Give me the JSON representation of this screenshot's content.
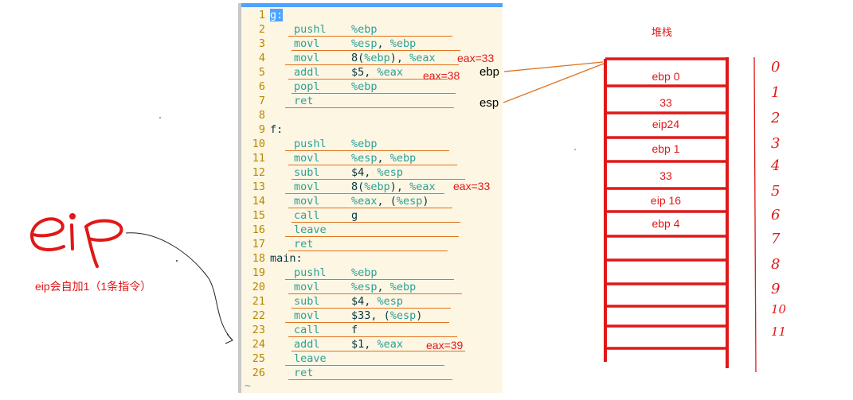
{
  "code_lines": [
    {
      "n": "1",
      "kind": "label",
      "label": "g:"
    },
    {
      "n": "2",
      "kind": "inst",
      "op": "pushl",
      "arg": "%ebp"
    },
    {
      "n": "3",
      "kind": "inst",
      "op": "movl",
      "arg": "%esp, %ebp"
    },
    {
      "n": "4",
      "kind": "inst",
      "op": "movl",
      "arg": "8(%ebp), %eax"
    },
    {
      "n": "5",
      "kind": "inst",
      "op": "addl",
      "arg": "$5, %eax"
    },
    {
      "n": "6",
      "kind": "inst",
      "op": "popl",
      "arg": "%ebp"
    },
    {
      "n": "7",
      "kind": "inst",
      "op": "ret",
      "arg": ""
    },
    {
      "n": "8",
      "kind": "blank"
    },
    {
      "n": "9",
      "kind": "label",
      "label": "f:"
    },
    {
      "n": "10",
      "kind": "inst",
      "op": "pushl",
      "arg": "%ebp"
    },
    {
      "n": "11",
      "kind": "inst",
      "op": "movl",
      "arg": "%esp, %ebp"
    },
    {
      "n": "12",
      "kind": "inst",
      "op": "subl",
      "arg": "$4, %esp"
    },
    {
      "n": "13",
      "kind": "inst",
      "op": "movl",
      "arg": "8(%ebp), %eax"
    },
    {
      "n": "14",
      "kind": "inst",
      "op": "movl",
      "arg": "%eax, (%esp)"
    },
    {
      "n": "15",
      "kind": "inst",
      "op": "call",
      "arg": "g"
    },
    {
      "n": "16",
      "kind": "inst",
      "op": "leave",
      "arg": ""
    },
    {
      "n": "17",
      "kind": "inst",
      "op": "ret",
      "arg": ""
    },
    {
      "n": "18",
      "kind": "label",
      "label": "main:"
    },
    {
      "n": "19",
      "kind": "inst",
      "op": "pushl",
      "arg": "%ebp"
    },
    {
      "n": "20",
      "kind": "inst",
      "op": "movl",
      "arg": "%esp, %ebp"
    },
    {
      "n": "21",
      "kind": "inst",
      "op": "subl",
      "arg": "$4, %esp"
    },
    {
      "n": "22",
      "kind": "inst",
      "op": "movl",
      "arg": "$33, (%esp)"
    },
    {
      "n": "23",
      "kind": "inst",
      "op": "call",
      "arg": "f"
    },
    {
      "n": "24",
      "kind": "inst",
      "op": "addl",
      "arg": "$1, %eax"
    },
    {
      "n": "25",
      "kind": "inst",
      "op": "leave",
      "arg": ""
    },
    {
      "n": "26",
      "kind": "inst",
      "op": "ret",
      "arg": ""
    }
  ],
  "editor_tilde": "~",
  "annotations": {
    "eax_33_a": "eax=33",
    "eax_38": "eax=38",
    "eax_33_b": "eax=33",
    "eax_39": "eax=39"
  },
  "pointer_labels": {
    "ebp": "ebp",
    "esp": "esp"
  },
  "stack_title": "堆栈",
  "stack_cells": [
    "ebp 0",
    "33",
    "eip24",
    "ebp 1",
    "33",
    "eip 16",
    "ebp 4",
    "",
    "",
    "",
    "",
    ""
  ],
  "index_numbers": [
    "0",
    "1",
    "2",
    "3",
    "4",
    "5",
    "6",
    "7",
    "8",
    "9",
    "10",
    "11"
  ],
  "eip_handwritten": "eip",
  "eip_note": "eip会自加1（1条指令）",
  "colors": {
    "red": "#e01818",
    "orange": "#e0731f",
    "editor_bg": "#fdf6e3",
    "teal": "#2aa198",
    "gold": "#b58900"
  }
}
